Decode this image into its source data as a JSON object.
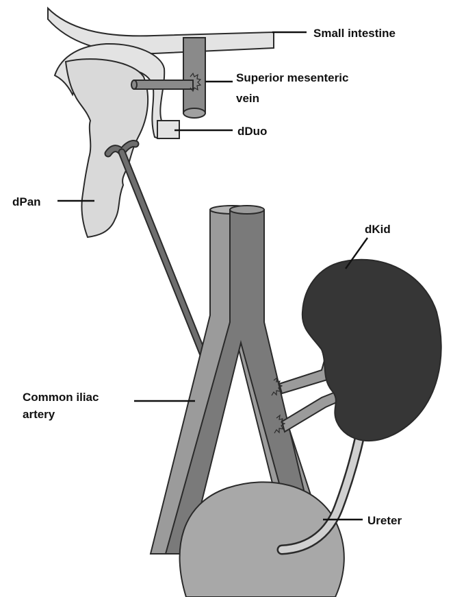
{
  "labels": {
    "small_intestine": "Small intestine",
    "smv_line1": "Superior mesenteric",
    "smv_line2": "vein",
    "dduo": "dDuo",
    "dpan": "dPan",
    "dkid": "dKid",
    "iliac_line1": "Common iliac",
    "iliac_line2": "artery",
    "ureter": "Ureter"
  },
  "colors": {
    "pancreas": "#d9d9d9",
    "duodenum": "#e3e3e3",
    "smv": "#8a8a8a",
    "vein": "#9b9b9b",
    "artery": "#7a7a7a",
    "graft_vessel": "#6e6e6e",
    "kidney": "#363636",
    "bladder": "#a8a8a8",
    "ureter": "#d0d0d0",
    "outline": "#2a2a2a"
  }
}
